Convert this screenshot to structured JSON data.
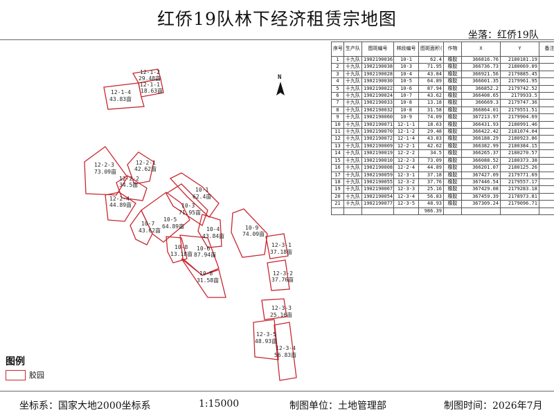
{
  "title": "红侨19队林下经济租赁宗地图",
  "location": "坐落：红侨19队",
  "table": {
    "headers": [
      "序号",
      "生产队",
      "图斑编号",
      "林段编号",
      "图斑面积(亩)",
      "作物",
      "X",
      "Y",
      "备注"
    ],
    "rows": [
      [
        "1",
        "十九队",
        "1902190036",
        "10-1",
        "62.4",
        "橡胶",
        "366816.76",
        "2180181.19",
        ""
      ],
      [
        "2",
        "十九队",
        "1902190038",
        "10-3",
        "71.95",
        "橡胶",
        "366736.73",
        "2180069.09",
        ""
      ],
      [
        "3",
        "十九队",
        "1902190028",
        "10-4",
        "43.84",
        "橡胶",
        "366921.56",
        "2179885.45",
        ""
      ],
      [
        "4",
        "十九队",
        "1902190030",
        "10-5",
        "64.89",
        "橡胶",
        "366601.35",
        "2179961.95",
        ""
      ],
      [
        "5",
        "十九队",
        "1902190022",
        "10-6",
        "87.94",
        "橡胶",
        "366852.2",
        "2179742.52",
        ""
      ],
      [
        "6",
        "十九队",
        "1902190024",
        "10-7",
        "43.62",
        "橡胶",
        "366408.65",
        "2179933.5",
        ""
      ],
      [
        "7",
        "十九队",
        "1902190033",
        "10-8",
        "13.18",
        "橡胶",
        "366669.3",
        "2179747.36",
        ""
      ],
      [
        "8",
        "十九队",
        "1902190032",
        "10-8",
        "31.58",
        "橡胶",
        "366864.01",
        "2179551.51",
        ""
      ],
      [
        "9",
        "十九队",
        "1902190060",
        "10-9",
        "74.09",
        "橡胶",
        "367213.97",
        "2179904.69",
        ""
      ],
      [
        "10",
        "十九队",
        "1902190071",
        "12-1-1",
        "18.63",
        "橡胶",
        "366431.93",
        "2180991.46",
        ""
      ],
      [
        "11",
        "十九队",
        "1902190070",
        "12-1-2",
        "29.48",
        "橡胶",
        "366422.42",
        "2181074.04",
        ""
      ],
      [
        "12",
        "十九队",
        "1902190072",
        "12-1-4",
        "43.83",
        "橡胶",
        "366188.29",
        "2180923.86",
        ""
      ],
      [
        "13",
        "十九队",
        "1902190009",
        "12-2-1",
        "42.62",
        "橡胶",
        "366382.99",
        "2180384.15",
        ""
      ],
      [
        "14",
        "十九队",
        "1902190019",
        "12-2-2",
        "34.5",
        "橡胶",
        "366265.37",
        "2180270.57",
        ""
      ],
      [
        "15",
        "十九队",
        "1902190010",
        "12-2-3",
        "73.09",
        "橡胶",
        "366088.52",
        "2180373.38",
        ""
      ],
      [
        "16",
        "十九队",
        "1902190008",
        "12-2-4",
        "44.89",
        "橡胶",
        "366201.07",
        "2180125.26",
        ""
      ],
      [
        "17",
        "十九队",
        "1902190059",
        "12-3-1",
        "37.18",
        "橡胶",
        "367427.09",
        "2179771.69",
        ""
      ],
      [
        "18",
        "十九队",
        "1902190055",
        "12-3-2",
        "37.76",
        "橡胶",
        "367446.54",
        "2179557.17",
        ""
      ],
      [
        "19",
        "十九队",
        "1902190067",
        "12-3-3",
        "25.16",
        "橡胶",
        "367429.08",
        "2179283.18",
        ""
      ],
      [
        "20",
        "十九队",
        "1902190054",
        "12-3-4",
        "56.83",
        "橡胶",
        "367459.39",
        "2178973.81",
        ""
      ],
      [
        "21",
        "十九队",
        "1902190077",
        "12-3-5",
        "48.93",
        "橡胶",
        "367309.24",
        "2179096.71",
        ""
      ]
    ],
    "total": "986.39"
  },
  "parcels": [
    {
      "code": "12-1-2",
      "area": "29.48亩"
    },
    {
      "code": "12-1-1",
      "area": "18.63亩"
    },
    {
      "code": "12-1-4",
      "area": "43.83亩"
    },
    {
      "code": "12-2-3",
      "area": "73.09亩"
    },
    {
      "code": "12-2-1",
      "area": "42.62亩"
    },
    {
      "code": "12-2-2",
      "area": "34.5亩"
    },
    {
      "code": "12-2-4",
      "area": "44.89亩"
    },
    {
      "code": "10-1",
      "area": "62.4亩"
    },
    {
      "code": "10-3",
      "area": "71.95亩"
    },
    {
      "code": "10-5",
      "area": "64.89亩"
    },
    {
      "code": "10-7",
      "area": "43.62亩"
    },
    {
      "code": "10-4",
      "area": "43.84亩"
    },
    {
      "code": "10-8",
      "area": "13.18亩"
    },
    {
      "code": "10-6",
      "area": "87.94亩"
    },
    {
      "code": "10-8",
      "area": "31.58亩"
    },
    {
      "code": "10-9",
      "area": "74.09亩"
    },
    {
      "code": "12-3-1",
      "area": "37.18亩"
    },
    {
      "code": "12-3-2",
      "area": "37.76亩"
    },
    {
      "code": "12-3-3",
      "area": "25.16亩"
    },
    {
      "code": "12-3-5",
      "area": "48.93亩"
    },
    {
      "code": "12-3-4",
      "area": "56.83亩"
    }
  ],
  "north_label": "N",
  "legend": {
    "title": "图例",
    "item": "胶园",
    "color": "#c8262f"
  },
  "footer": {
    "coord": "坐标系：国家大地2000坐标系",
    "scale": "1:15000",
    "unit": "制图单位：土地管理部",
    "date": "制图时间：2026年7月"
  }
}
